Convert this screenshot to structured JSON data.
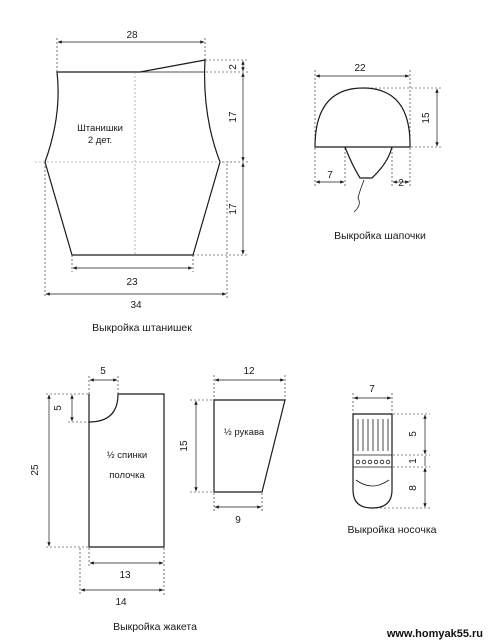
{
  "pants": {
    "label_line1": "Штанишки",
    "label_line2": "2 дет.",
    "dim_top": "28",
    "dim_waist": "2",
    "dim_upper": "17",
    "dim_lower": "17",
    "dim_bottom": "23",
    "dim_full": "34",
    "caption": "Выкройка штанишек"
  },
  "hat": {
    "dim_width": "22",
    "dim_height": "15",
    "dim_left": "7",
    "dim_right": "2",
    "caption": "Выкройка шапочки"
  },
  "jacket": {
    "label_line1": "½ спинки",
    "label_line2": "полочка",
    "dim_neck_w": "5",
    "dim_neck_h": "5",
    "dim_height": "25",
    "dim_inner": "13",
    "dim_full": "14",
    "caption": "Выкройка жакета"
  },
  "sleeve": {
    "label": "½ рукава",
    "dim_top": "12",
    "dim_height": "15",
    "dim_bottom": "9"
  },
  "sock": {
    "dim_width": "7",
    "dim_top": "5",
    "dim_mid": "1",
    "dim_bottom": "8",
    "caption": "Выкройка носочка"
  },
  "watermark": "www.homyak55.ru"
}
